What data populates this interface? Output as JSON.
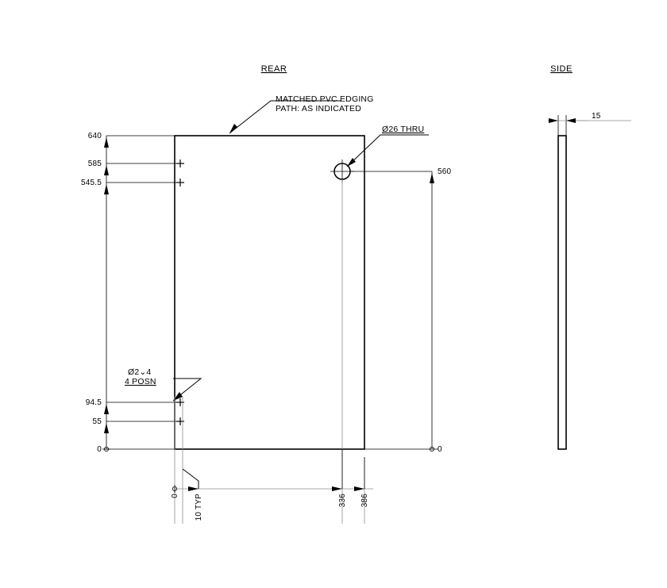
{
  "drawing": {
    "type": "engineering-part-drawing",
    "units": "mm",
    "views": [
      {
        "id": "rear",
        "title": "REAR"
      },
      {
        "id": "side",
        "title": "SIDE"
      }
    ],
    "notes": [
      {
        "id": "pvc-edging",
        "line1": "MATCHED PVC EDGING",
        "line2": "PATH: AS INDICATED"
      },
      {
        "id": "through-hole",
        "text": "Ø26 THRU"
      },
      {
        "id": "dowel-holes",
        "line1": "Ø2⌄4",
        "line2": "4 POSN"
      }
    ],
    "rear_view": {
      "title": "REAR",
      "vertical_dimensions": [
        {
          "value": "640"
        },
        {
          "value": "585"
        },
        {
          "value": "545.5"
        },
        {
          "value": "94.5"
        },
        {
          "value": "55"
        },
        {
          "value": "0"
        }
      ],
      "horizontal_dimensions": [
        {
          "value": "0"
        },
        {
          "value": "10 TYP"
        },
        {
          "value": "336"
        },
        {
          "value": "386"
        }
      ],
      "right_dimensions": [
        {
          "value": "560"
        },
        {
          "value": "0"
        }
      ],
      "hole_callout": "Ø26 THRU",
      "dowel_callout_line1": "Ø2⌄4",
      "dowel_callout_line2": "4 POSN",
      "edging_note_line1": "MATCHED PVC EDGING",
      "edging_note_line2": "PATH: AS INDICATED"
    },
    "side_view": {
      "title": "SIDE",
      "thickness_dimension": "15"
    },
    "colors": {
      "line": "#000000",
      "thin_line": "#8f8f8f",
      "background": "#ffffff"
    }
  }
}
